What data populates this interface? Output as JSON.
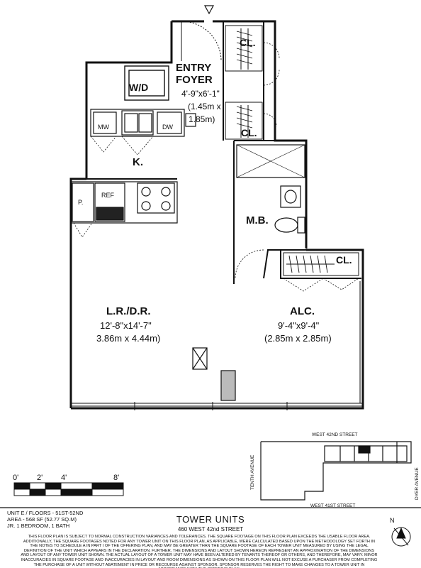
{
  "rooms": {
    "entry_foyer": {
      "name_line1": "ENTRY",
      "name_line2": "FOYER",
      "dim_line1": "4'-9\"x6'-1\"",
      "dim_line2": "(1.45m x",
      "dim_line3": "1.85m)"
    },
    "kitchen": {
      "name": "K."
    },
    "living_dining": {
      "name": "L.R./D.R.",
      "dim_imperial": "12'-8\"x14'-7\"",
      "dim_metric": "3.86m x 4.44m)"
    },
    "alcove": {
      "name": "ALC.",
      "dim_imperial": "9'-4\"x9'-4\"",
      "dim_metric": "(2.85m x 2.85m)"
    },
    "master_bath": {
      "name": "M.B."
    }
  },
  "fixtures": {
    "washer_dryer": "W/D",
    "microwave": "MW",
    "dishwasher": "DW",
    "refrigerator": "REF",
    "pantry": "P.",
    "closet_top": "CL.",
    "closet_mid": "CL.",
    "closet_alcove": "CL."
  },
  "scale": {
    "labels": [
      "0'",
      "2'",
      "4'",
      "8'"
    ]
  },
  "keyplan": {
    "north_street": "WEST 42ND STREET",
    "south_street": "WEST 41ST STREET",
    "west_avenue": "TENTH AVENUE",
    "east_avenue": "DYER AVENUE"
  },
  "footer": {
    "unit_line1": "UNIT E / FLOORS - 51ST-52ND",
    "unit_line2": "AREA - 568 SF (52.77 SQ.M)",
    "unit_line3": "JR. 1 BEDROOM, 1 BATH",
    "building_title": "TOWER UNITS",
    "building_address": "460 WEST 42nd STREET",
    "disclaimer": "THIS FLOOR PLAN IS SUBJECT TO NORMAL CONSTRUCTION VARIANCES AND TOLERANCES. THE SQUARE FOOTAGE ON THIS FLOOR PLAN EXCEEDS THE USABLE FLOOR AREA. ADDITIONALLY, THE SQUARE FOOTAGES NOTED FOR ANY TOWER UNIT ON THIS FLOOR PLAN, AS APPLICABLE, WERE CALCULATED BASED UPON THE METHODOLOGY SET FORTH IN THE NOTES TO SCHEDULE A IN PART I OF THE OFFERING PLAN, AND MAY BE GREATER THAN THE SQUARE FOOTAGE OF EACH TOWER UNIT MEASURED BY USING THE LEGAL DEFINITION OF THE UNIT WHICH APPEARS IN THE DECLARATION. FURTHER, THE DIMENSIONS AND LAYOUT SHOWN HEREON REPRESENT AN APPROXIMATION OF THE DIMENSIONS AND LAYOUT OF ANY TOWER UNIT SHOWN. THE ACTUAL LAYOUT OF A TOWER UNIT MAY HAVE BEEN ALTERED BY TENANTS THEREOF OR OTHERS, AND THEREFORE, MAY VARY. MINOR INACCURACIES IN SQUARE FOOTAGE AND INACCURACIES IN LAYOUT AND ROOM DIMENSIONS AS SHOWN ON THIS FLOOR PLAN WILL NOT EXCUSE A PURCHASER FROM COMPLETING THE PURCHASE OF A UNIT WITHOUT ABATEMENT IN PRICE OR RECOURSE AGAINST SPONSOR. SPONSOR RESERVES THE RIGHT TO MAKE CHANGES TO A TOWER UNIT IN ACCORDANCE WITH THE OFFERING PLAN.",
    "compass_label": "N"
  }
}
